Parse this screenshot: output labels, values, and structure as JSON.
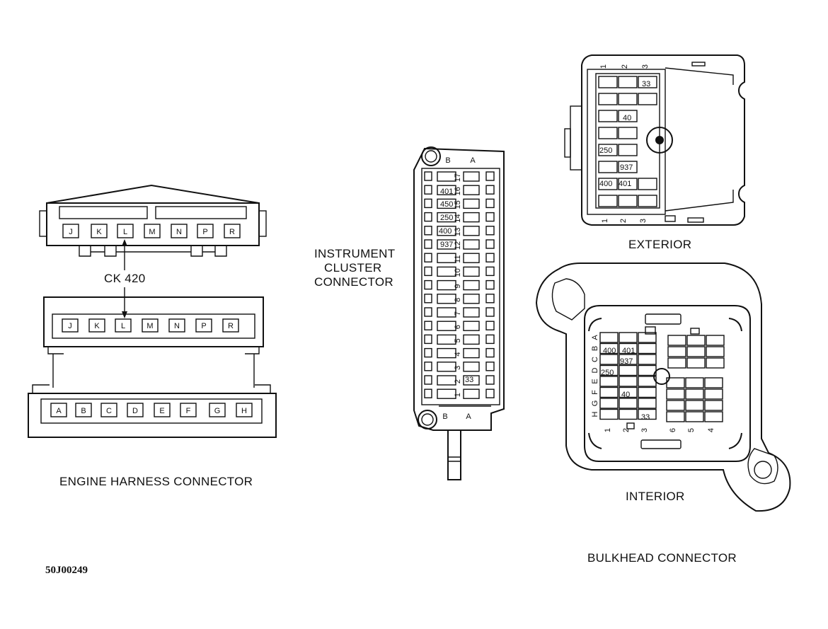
{
  "labels": {
    "engine_harness": "ENGINE HARNESS CONNECTOR",
    "ck": "CK 420",
    "instrument_line1": "INSTRUMENT",
    "instrument_line2": "CLUSTER",
    "instrument_line3": "CONNECTOR",
    "exterior": "EXTERIOR",
    "interior": "INTERIOR",
    "bulkhead": "BULKHEAD CONNECTOR",
    "figure_id": "50J00249"
  },
  "engine": {
    "top_pins": [
      "J",
      "K",
      "L",
      "M",
      "N",
      "P",
      "R"
    ],
    "mid_pins": [
      "J",
      "K",
      "L",
      "M",
      "N",
      "P",
      "R"
    ],
    "bottom_pins": [
      "A",
      "B",
      "C",
      "D",
      "E",
      "F",
      "G",
      "H"
    ]
  },
  "instrument": {
    "col_headers_top": [
      "B",
      "A"
    ],
    "col_headers_bottom": [
      "B",
      "A"
    ],
    "row_numbers": [
      "17",
      "16",
      "15",
      "14",
      "13",
      "12",
      "11",
      "10",
      "9",
      "8",
      "7",
      "6",
      "5",
      "4",
      "3",
      "2",
      "1"
    ],
    "wires": {
      "401": "401",
      "450": "450",
      "250": "250",
      "400": "400",
      "937": "937",
      "33": "33"
    }
  },
  "exterior": {
    "top_numbers": [
      "1",
      "2",
      "3"
    ],
    "bottom_numbers": [
      "1",
      "2",
      "3"
    ],
    "wires": {
      "w33": "33",
      "w40": "40",
      "w250": "250",
      "w937": "937",
      "w400": "400",
      "w401": "401"
    }
  },
  "interior": {
    "row_letters": [
      "A",
      "B",
      "C",
      "D",
      "E",
      "F",
      "G",
      "H"
    ],
    "bottom_numbers": [
      "1",
      "2",
      "3",
      "6",
      "5",
      "4"
    ],
    "wires": {
      "w400": "400",
      "w401": "401",
      "w937": "937",
      "w250": "250",
      "w40": "40",
      "w33": "33"
    }
  }
}
